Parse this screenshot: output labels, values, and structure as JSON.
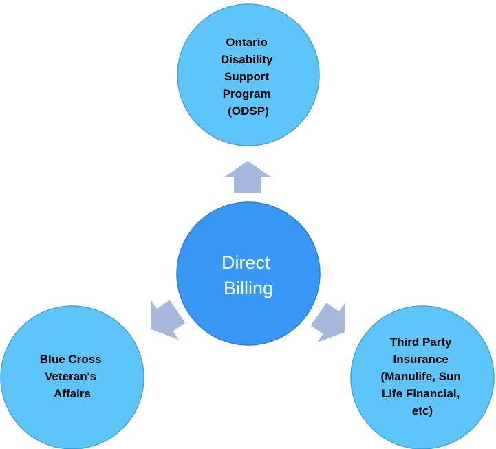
{
  "colors": {
    "outer_fill": "#5ec5fb",
    "outer_stroke": "#48a2d6",
    "center_fill": "#3998f5",
    "center_stroke": "#2f7fd0",
    "arrow_fill": "#a6b8dc",
    "text_dark": "#000000",
    "text_light": "#ffffff"
  },
  "center": {
    "lines": [
      "Direct",
      "Billing"
    ]
  },
  "nodes": {
    "top": {
      "lines": [
        "Ontario",
        "Disability",
        "Support",
        "Program",
        "(ODSP)"
      ]
    },
    "left": {
      "lines": [
        "Blue Cross",
        "Veteran's",
        "Affairs"
      ]
    },
    "right": {
      "lines": [
        "Third Party",
        "Insurance",
        "(Manulife, Sun",
        "Life Financial,",
        "etc)"
      ]
    }
  }
}
